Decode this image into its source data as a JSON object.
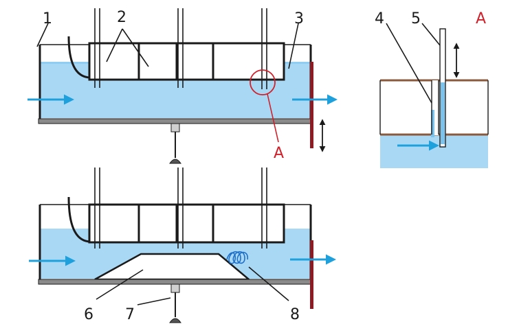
{
  "colors": {
    "water": "#a9d8f5",
    "water_dark": "#7cc4ee",
    "arrow": "#1ea0dc",
    "outline": "#1a1a1a",
    "accent_red": "#d0202a",
    "weir": "#8c1b24",
    "base_plate": "#8a8a8a",
    "panel_edge": "#8b5a3c",
    "mound": "#ffffff"
  },
  "icons": {
    "flow_arrow": "arrow-right-icon",
    "adjust_arrow": "double-arrow-vertical-icon",
    "turbulence": "spiral-icon"
  },
  "labels": {
    "n1": "1",
    "n2": "2",
    "n3": "3",
    "n4": "4",
    "n5": "5",
    "n6": "6",
    "n7": "7",
    "n8": "8",
    "detail_callout": "A",
    "detail_title": "A"
  }
}
